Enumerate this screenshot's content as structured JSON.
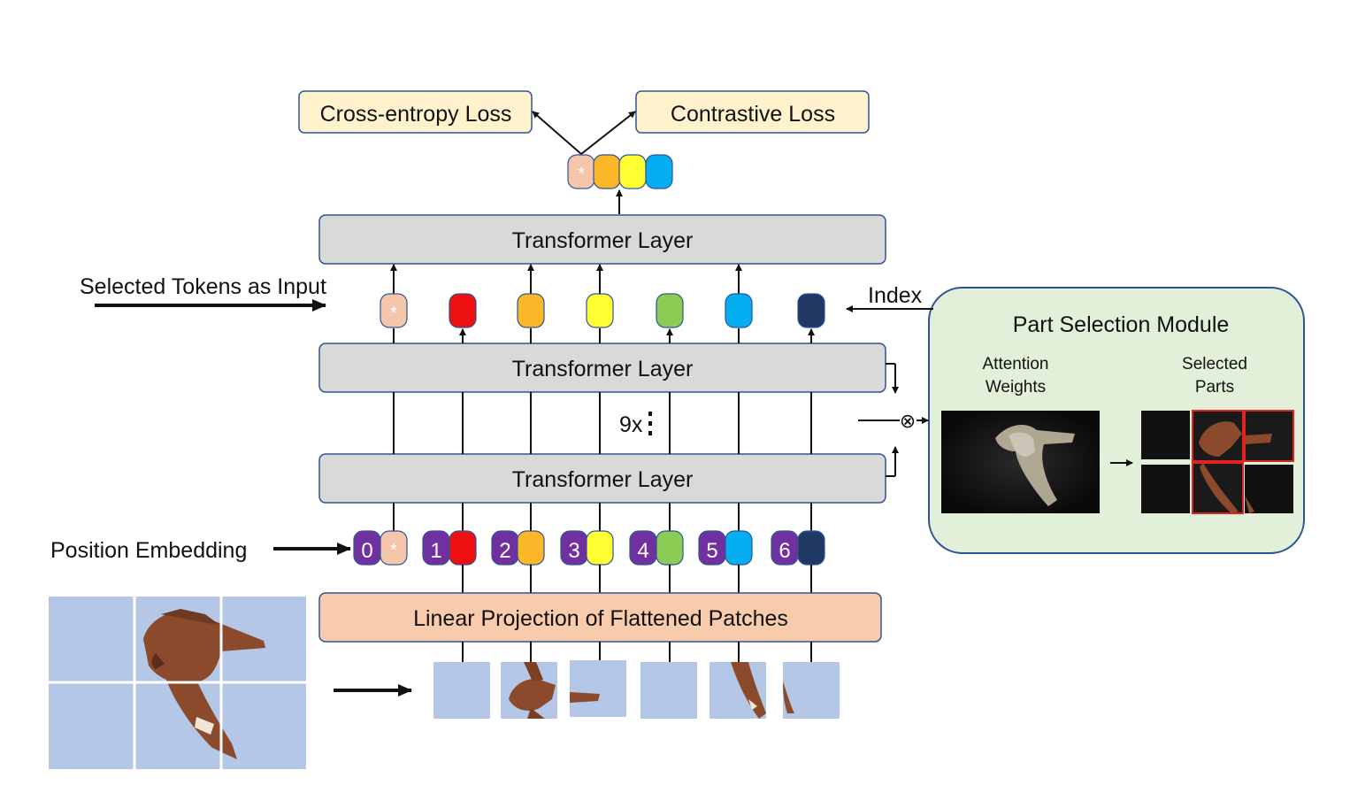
{
  "losses": {
    "cross_entropy": "Cross-entropy Loss",
    "contrastive": "Contrastive Loss"
  },
  "layers": {
    "top": "Transformer Layer",
    "middle": "Transformer Layer",
    "bottom": "Transformer Layer",
    "repeat": "9x"
  },
  "linear_projection": "Linear Projection of Flattened Patches",
  "side_labels": {
    "selected_tokens": "Selected Tokens as Input",
    "position_embedding": "Position Embedding",
    "index": "Index"
  },
  "psm": {
    "title": "Part Selection Module",
    "attention_label_1": "Attention",
    "attention_label_2": "Weights",
    "selected_label_1": "Selected",
    "selected_label_2": "Parts"
  },
  "token_glyph": "*",
  "multiply_glyph": "⊗",
  "position_indices": [
    "0",
    "1",
    "2",
    "3",
    "4",
    "5",
    "6"
  ],
  "colors": {
    "cls": "#f6c6aa",
    "token_1": "#ee1010",
    "token_2": "#fbb728",
    "token_3": "#ffff33",
    "token_4": "#8ccc55",
    "token_5": "#04aef0",
    "token_6": "#1f3864",
    "position": "#7030a0",
    "loss_fill": "#fff2cc",
    "layer_fill": "#d9d9d9",
    "projection_fill": "#f8cbad",
    "psm_fill": "#e2f0d9",
    "border": "#2f5496",
    "sky": "#b4c7e7",
    "bird": "#8b4a2b",
    "selected_border": "#e52222"
  }
}
